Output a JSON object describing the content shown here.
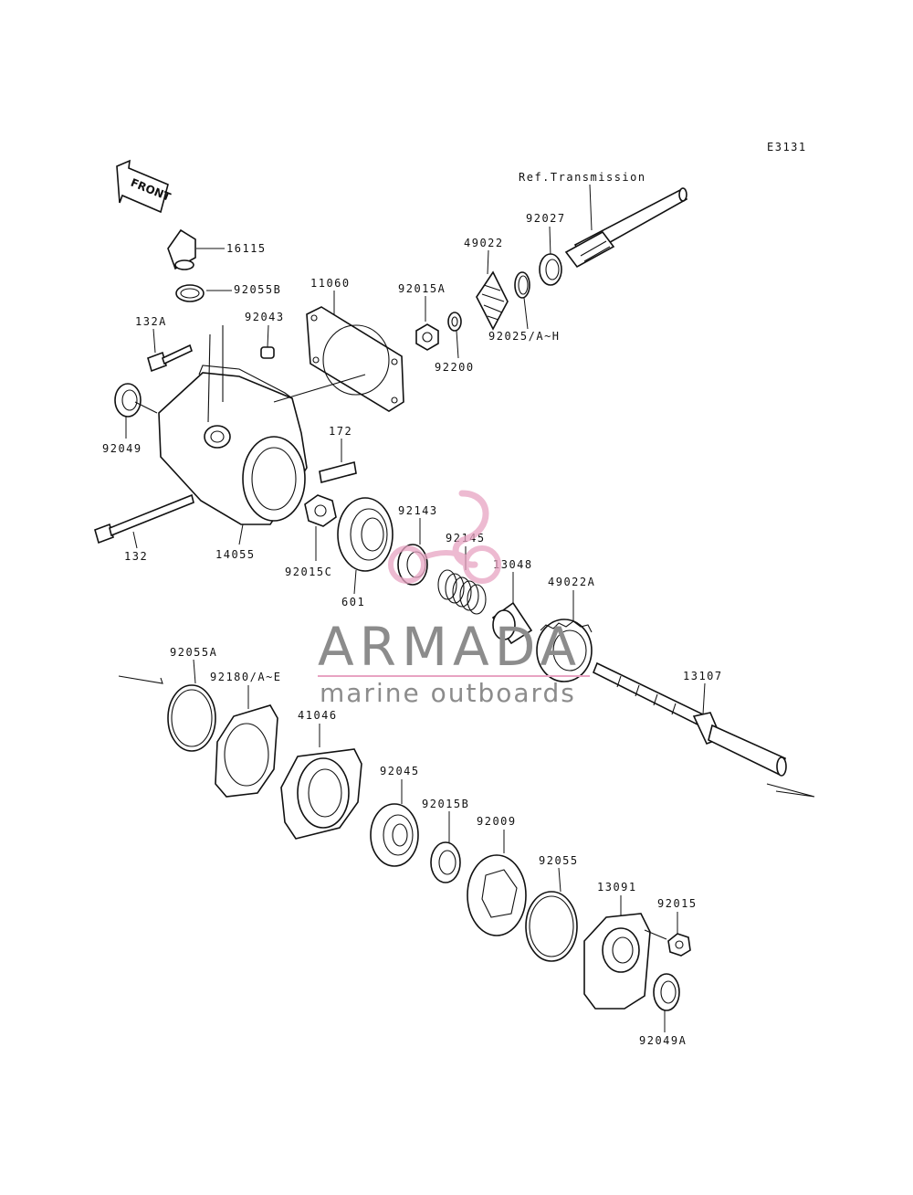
{
  "diagram_code": "E3131",
  "reference_label": "Ref.Transmission",
  "front_label": "FRONT",
  "watermark": {
    "brand": "ARMADA",
    "tagline": "marine outboards",
    "accent_color": "#e8a3c2",
    "text_color": "#8c8c8c"
  },
  "parts": {
    "p16115": "16115",
    "p92055B": "92055B",
    "p11060": "11060",
    "p92015A": "92015A",
    "p49022": "49022",
    "p92027": "92027",
    "p92043": "92043",
    "p132A": "132A",
    "p92200": "92200",
    "p92025": "92025/A~H",
    "p92049": "92049",
    "p172": "172",
    "p132": "132",
    "p14055": "14055",
    "p92015C": "92015C",
    "p601": "601",
    "p92143": "92143",
    "p92145": "92145",
    "p13048": "13048",
    "p49022A": "49022A",
    "p92055A": "92055A",
    "p92180": "92180/A~E",
    "p13107": "13107",
    "p41046": "41046",
    "p92045": "92045",
    "p92015B": "92015B",
    "p92009": "92009",
    "p92055": "92055",
    "p13091": "13091",
    "p92015": "92015",
    "p92049A": "92049A"
  }
}
